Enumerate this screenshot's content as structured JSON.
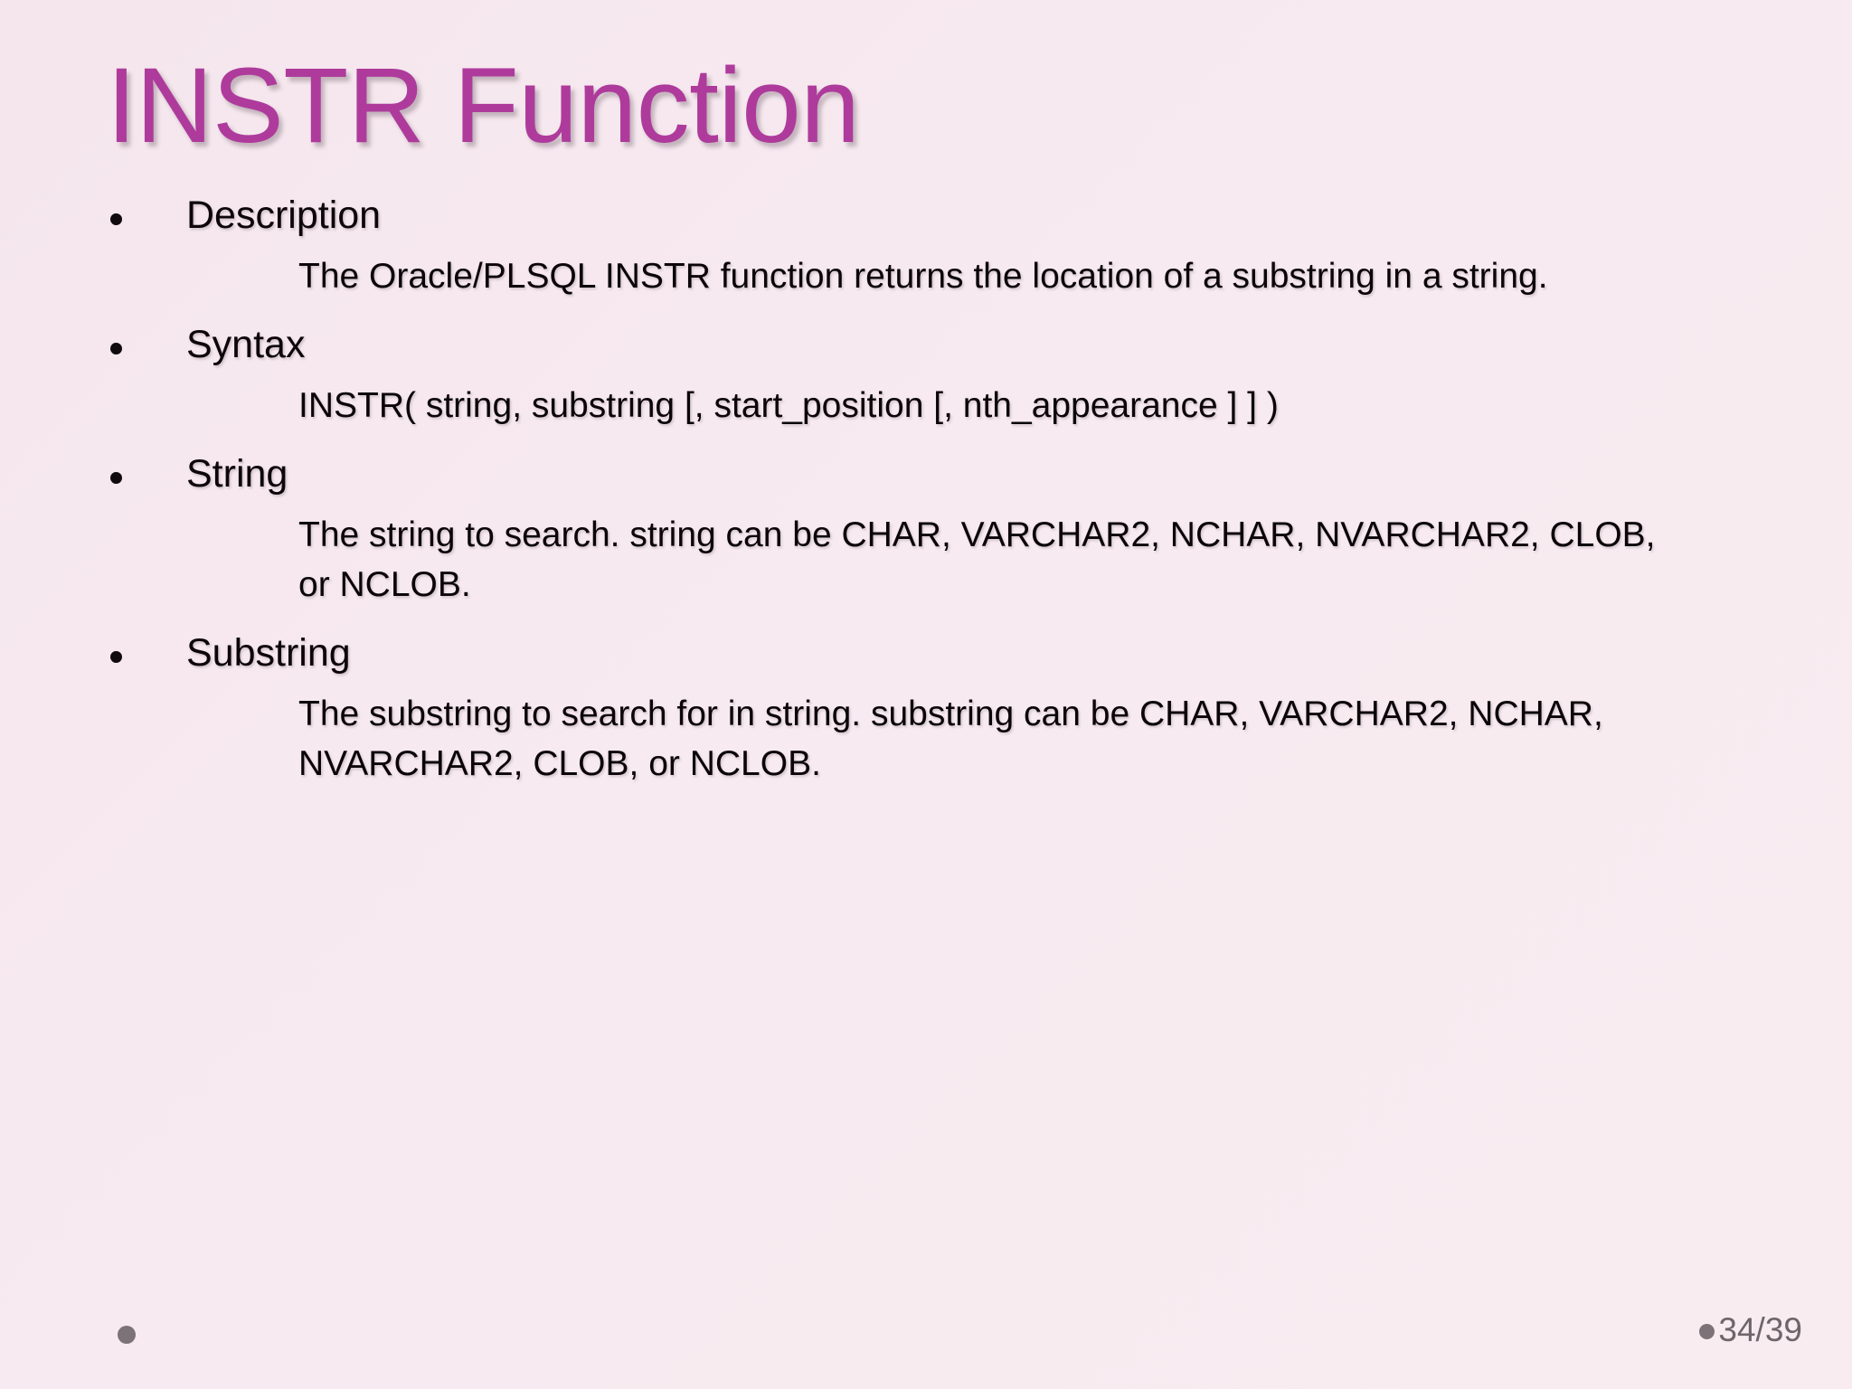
{
  "slide": {
    "title": "INSTR Function",
    "background_color": "#f6e9ef",
    "title_color": "#ae3b9c",
    "body_text_color": "#0b0508"
  },
  "bullets": [
    {
      "label": "Description",
      "body": "The Oracle/PLSQL INSTR function returns the location of a substring in a string."
    },
    {
      "label": "Syntax",
      "body": "INSTR( string, substring [, start_position [, nth_appearance ] ] )"
    },
    {
      "label": "String",
      "body": "The string to search. string can be CHAR, VARCHAR2, NCHAR, NVARCHAR2, CLOB, or NCLOB."
    },
    {
      "label": "Substring",
      "body": "The substring to search for in string. substring can be CHAR, VARCHAR2, NCHAR, NVARCHAR2, CLOB, or NCLOB."
    }
  ],
  "footer": {
    "page_indicator": "34/39",
    "marker_color": "#7c7277",
    "page_text_color": "#6e656b"
  }
}
